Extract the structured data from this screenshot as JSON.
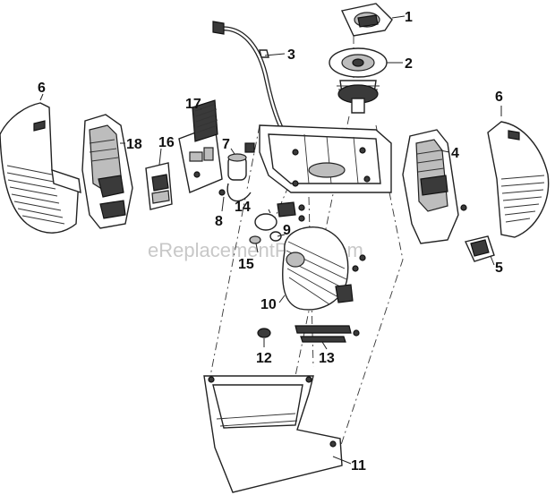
{
  "watermark": "eReplacementParts.com",
  "callouts": [
    {
      "id": "c1",
      "label": "1"
    },
    {
      "id": "c2",
      "label": "2"
    },
    {
      "id": "c3",
      "label": "3"
    },
    {
      "id": "c4",
      "label": "4"
    },
    {
      "id": "c5",
      "label": "5"
    },
    {
      "id": "c6a",
      "label": "6"
    },
    {
      "id": "c6b",
      "label": "6"
    },
    {
      "id": "c7",
      "label": "7"
    },
    {
      "id": "c8",
      "label": "8"
    },
    {
      "id": "c9",
      "label": "9"
    },
    {
      "id": "c10",
      "label": "10"
    },
    {
      "id": "c11",
      "label": "11"
    },
    {
      "id": "c12",
      "label": "12"
    },
    {
      "id": "c13",
      "label": "13"
    },
    {
      "id": "c14",
      "label": "14"
    },
    {
      "id": "c15",
      "label": "15"
    },
    {
      "id": "c16",
      "label": "16"
    },
    {
      "id": "c17",
      "label": "17"
    },
    {
      "id": "c18",
      "label": "18"
    }
  ]
}
